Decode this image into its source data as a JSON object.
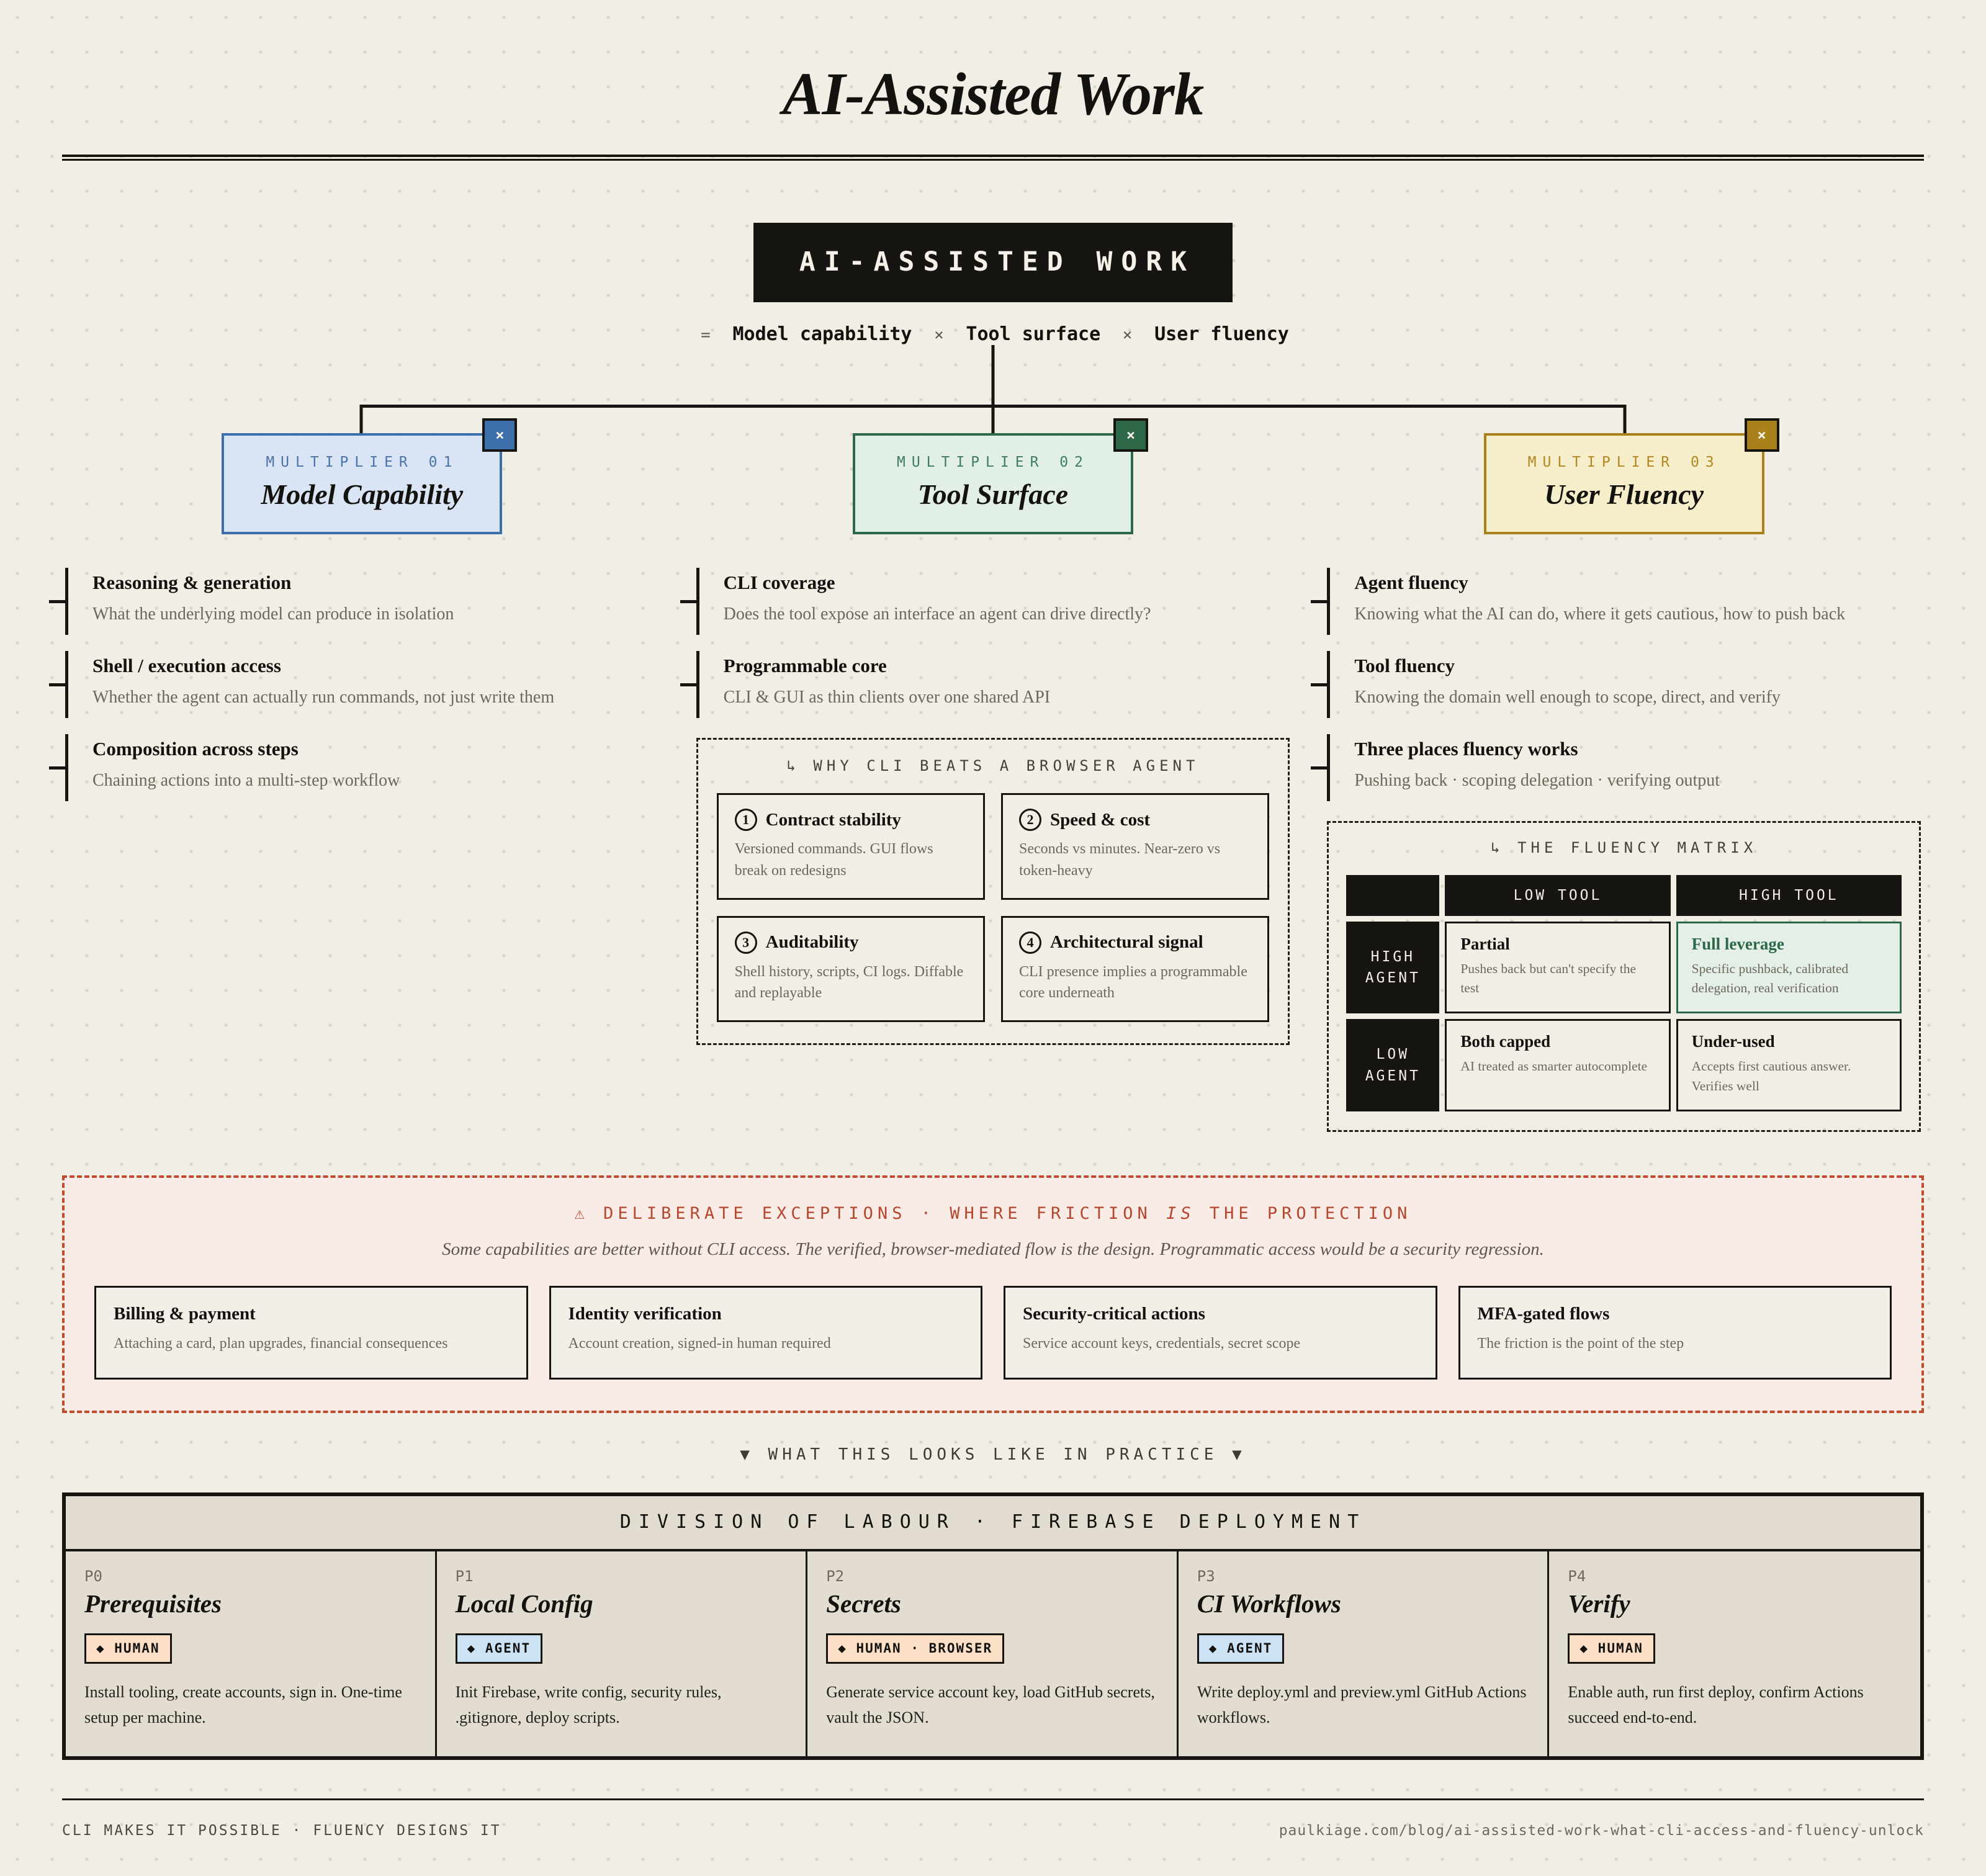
{
  "page": {
    "title": "AI-Assisted Work",
    "practice_label": "▼ WHAT THIS LOOKS LIKE IN PRACTICE ▼",
    "footer": {
      "left": "CLI MAKES IT POSSIBLE · FLUENCY DESIGNS IT",
      "right": "paulkiage.com/blog/ai-assisted-work-what-cli-access-and-fluency-unlock"
    },
    "colors": {
      "background": "#f1eee6",
      "ink": "#171511",
      "muted_text": "#6e675c",
      "blue_accent": "#3e6fad",
      "blue_fill": "#d9e4f4",
      "green_accent": "#2d6848",
      "green_fill": "#e2efe7",
      "gold_accent": "#a9811b",
      "gold_fill": "#f6eeca",
      "rust_accent": "#b5472e",
      "rust_fill": "#f9ebe6",
      "beige_fill": "#e2ddd0",
      "human_badge_fill": "#fbdfc6",
      "agent_badge_fill": "#cce3f6",
      "matrix_highlight_fill": "#e4efe8"
    }
  },
  "root": {
    "label": "AI-ASSISTED WORK",
    "formula": {
      "equals": "=",
      "operator": "×",
      "terms": [
        "Model capability",
        "Tool surface",
        "User fluency"
      ]
    }
  },
  "multipliers": [
    {
      "kicker": "MULTIPLIER 01",
      "title": "Model Capability",
      "close": "×",
      "items": [
        {
          "title": "Reasoning & generation",
          "desc": "What the underlying model can produce in isolation"
        },
        {
          "title": "Shell / execution access",
          "desc": "Whether the agent can actually run commands, not just write them"
        },
        {
          "title": "Composition across steps",
          "desc": "Chaining actions into a multi-step workflow"
        }
      ]
    },
    {
      "kicker": "MULTIPLIER 02",
      "title": "Tool Surface",
      "close": "×",
      "items": [
        {
          "title": "CLI coverage",
          "desc": "Does the tool expose an interface an agent can drive directly?"
        },
        {
          "title": "Programmable core",
          "desc": "CLI & GUI as thin clients over one shared API"
        }
      ]
    },
    {
      "kicker": "MULTIPLIER 03",
      "title": "User Fluency",
      "close": "×",
      "items": [
        {
          "title": "Agent fluency",
          "desc": "Knowing what the AI can do, where it gets cautious, how to push back"
        },
        {
          "title": "Tool fluency",
          "desc": "Knowing the domain well enough to scope, direct, and verify"
        },
        {
          "title": "Three places fluency works",
          "desc": "Pushing back · scoping delegation · verifying output"
        }
      ]
    }
  ],
  "why_cli": {
    "title": "↳ WHY CLI BEATS A BROWSER AGENT",
    "cells": [
      {
        "num": "1",
        "title": "Contract stability",
        "desc": "Versioned commands. GUI flows break on redesigns"
      },
      {
        "num": "2",
        "title": "Speed & cost",
        "desc": "Seconds vs minutes. Near-zero vs token-heavy"
      },
      {
        "num": "3",
        "title": "Auditability",
        "desc": "Shell history, scripts, CI logs. Diffable and replayable"
      },
      {
        "num": "4",
        "title": "Architectural signal",
        "desc": "CLI presence implies a programmable core underneath"
      }
    ]
  },
  "fluency_matrix": {
    "title": "↳ THE FLUENCY MATRIX",
    "col_headers": [
      "LOW TOOL",
      "HIGH TOOL"
    ],
    "rows": [
      {
        "label": "HIGH AGENT",
        "cells": [
          {
            "title": "Partial",
            "desc": "Pushes back but can't specify the test"
          },
          {
            "title": "Full leverage",
            "desc": "Specific pushback, calibrated delegation, real verification"
          }
        ]
      },
      {
        "label": "LOW AGENT",
        "cells": [
          {
            "title": "Both capped",
            "desc": "AI treated as smarter autocomplete"
          },
          {
            "title": "Under-used",
            "desc": "Accepts first cautious answer. Verifies well"
          }
        ]
      }
    ]
  },
  "exceptions": {
    "title_pre": "⚠ DELIBERATE EXCEPTIONS · WHERE FRICTION ",
    "title_em": "IS",
    "title_post": " THE PROTECTION",
    "subtitle": "Some capabilities are better without CLI access. The verified, browser-mediated flow is the design. Programmatic access would be a security regression.",
    "cards": [
      {
        "title": "Billing & payment",
        "desc": "Attaching a card, plan upgrades, financial consequences"
      },
      {
        "title": "Identity verification",
        "desc": "Account creation, signed-in human required"
      },
      {
        "title": "Security-critical actions",
        "desc": "Service account keys, credentials, secret scope"
      },
      {
        "title": "MFA-gated flows",
        "desc": "The friction is the point of the step"
      }
    ]
  },
  "division": {
    "title": "DIVISION OF LABOUR · FIREBASE DEPLOYMENT",
    "phases": [
      {
        "id": "P0",
        "title": "Prerequisites",
        "badge": "◆ HUMAN",
        "desc": "Install tooling, create accounts, sign in. One-time setup per machine."
      },
      {
        "id": "P1",
        "title": "Local Config",
        "badge": "◆ AGENT",
        "desc": "Init Firebase, write config, security rules, .gitignore, deploy scripts."
      },
      {
        "id": "P2",
        "title": "Secrets",
        "badge": "◆ HUMAN · BROWSER",
        "desc": "Generate service account key, load GitHub secrets, vault the JSON."
      },
      {
        "id": "P3",
        "title": "CI Workflows",
        "badge": "◆ AGENT",
        "desc": "Write deploy.yml and preview.yml GitHub Actions workflows."
      },
      {
        "id": "P4",
        "title": "Verify",
        "badge": "◆ HUMAN",
        "desc": "Enable auth, run first deploy, confirm Actions succeed end-to-end."
      }
    ]
  }
}
